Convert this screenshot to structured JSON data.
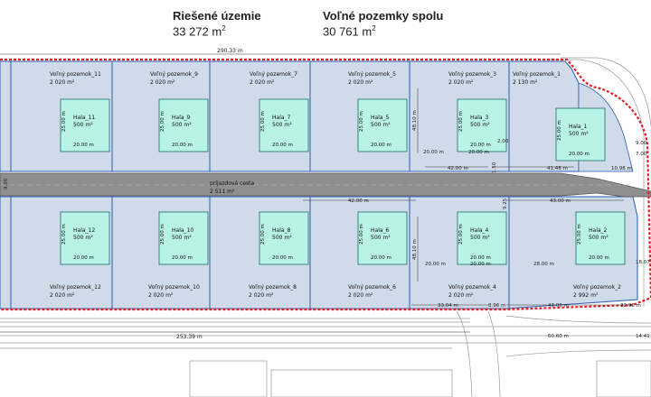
{
  "summary": {
    "area_label": "Riešené územie",
    "area_value": "33 272 m",
    "area_sup": "2",
    "free_label": "Voľné pozemky spolu",
    "free_value": "30 761 m",
    "free_sup": "2"
  },
  "top_plots": [
    {
      "name": "Voľný pozemok_11",
      "area": "2 020 m²",
      "hall": "Hala_11",
      "hall_area": "500 m²",
      "width": "20.00 m",
      "height": "25.00 m"
    },
    {
      "name": "Voľný pozemok_9",
      "area": "2 020 m²",
      "hall": "Hala_9",
      "hall_area": "500 m²",
      "width": "20.00 m",
      "height": "25.00 m"
    },
    {
      "name": "Voľný pozemok_7",
      "area": "2 020 m²",
      "hall": "Hala_7",
      "hall_area": "500 m²",
      "width": "20.00 m",
      "height": "25.00 m"
    },
    {
      "name": "Voľný pozemok_5",
      "area": "2 020 m²",
      "hall": "Hala_5",
      "hall_area": "500 m²",
      "width": "20.00 m",
      "height": "25.00 m"
    },
    {
      "name": "Voľný pozemok_3",
      "area": "2 020 m²",
      "hall": "Hala_3",
      "hall_area": "500 m²",
      "width": "20.00 m",
      "height": "25.00 m"
    },
    {
      "name": "Voľný pozemok_1",
      "area": "2 130 m²",
      "hall": "Hala_1",
      "hall_area": "500 m²",
      "width": "20.00 m",
      "height": "25.00 m"
    }
  ],
  "bottom_plots": [
    {
      "name": "Voľný pozemok_12",
      "area": "2 020 m²",
      "hall": "Hala_12",
      "hall_area": "500 m²",
      "width": "20.00 m",
      "height": "25.00 m"
    },
    {
      "name": "Voľný pozemok_10",
      "area": "2 020 m²",
      "hall": "Hala_10",
      "hall_area": "500 m²",
      "width": "20.00 m",
      "height": "25.00 m"
    },
    {
      "name": "Voľný pozemok_8",
      "area": "2 020 m²",
      "hall": "Hala_8",
      "hall_area": "500 m²",
      "width": "20.00 m",
      "height": "25.00 m"
    },
    {
      "name": "Voľný pozemok_6",
      "area": "2 020 m²",
      "hall": "Hala_6",
      "hall_area": "500 m²",
      "width": "20.00 m",
      "height": "25.00 m"
    },
    {
      "name": "Voľný pozemok_4",
      "area": "2 020 m²",
      "hall": "Hala_4",
      "hall_area": "500 m²",
      "width": "20.00 m",
      "height": "25.00 m"
    },
    {
      "name": "Voľný pozemok_2",
      "area": "2 992 m²",
      "hall": "Hala_2",
      "hall_area": "500 m²",
      "width": "20.00 m",
      "height": "25.00 m"
    }
  ],
  "road": {
    "name": "príjazdová cesta",
    "area": "2 511 m²"
  },
  "dimensions": {
    "top_total": "290.33 m",
    "bottom_total": "253.39 m",
    "road_width": "9.00",
    "right_top_1": "9.00",
    "right_top_2": "7.00",
    "top_20_1": "20.00 m",
    "top_20_2": "20.00 m",
    "top_42": "42.00 m",
    "top_41": "41.46 m",
    "top_1098": "10.98 m",
    "top_200": "2.00",
    "mid_42": "42.00 m",
    "mid_43": "43.00 m",
    "v_4810_top": "48.10 m",
    "v_4810_bottom": "48.10 m",
    "v_150": "1.50",
    "v_925": "9.25",
    "bot_20_1": "20.00 m",
    "bot_20_2": "20.00 m",
    "bot_28": "28.00 m",
    "bot_43": "43.00 m",
    "bot_3304": "33.04 m",
    "bot_896": "8.96 m",
    "bot_2296": "22.96 m",
    "bot_1807": "18.07",
    "bot_6060": "60.60 m",
    "bot_1441": "14.41"
  },
  "colors": {
    "plot_fill": "#cfdbe8",
    "hall_fill": "#b9f2e6",
    "road_fill": "#8f8f8f",
    "boundary": "#e0202a",
    "plot_line": "#2f5bb5"
  }
}
